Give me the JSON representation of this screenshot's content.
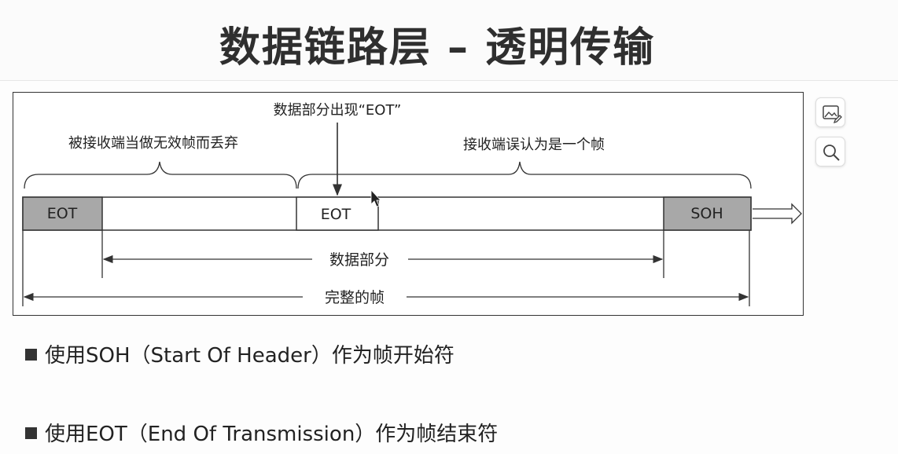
{
  "slide": {
    "title": "数据链路层 – 透明传输"
  },
  "diagram": {
    "top_note": "数据部分出现“EOT”",
    "left_brace_note": "被接收端当做无效帧而丢弃",
    "right_brace_note": "接收端误认为是一个帧",
    "start_marker": "EOT",
    "middle_marker": "EOT",
    "end_marker": "SOH",
    "data_span_label": "数据部分",
    "frame_span_label": "完整的帧",
    "colors": {
      "marker_fill": "#a8a8a8",
      "line": "#333333"
    }
  },
  "toolbar": {
    "edit_image_icon": "image-edit-icon",
    "zoom_icon": "magnifier-icon"
  },
  "bullets": [
    {
      "text": "使用SOH（Start Of Header）作为帧开始符"
    },
    {
      "text": "使用EOT（End Of Transmission）作为帧结束符"
    }
  ]
}
